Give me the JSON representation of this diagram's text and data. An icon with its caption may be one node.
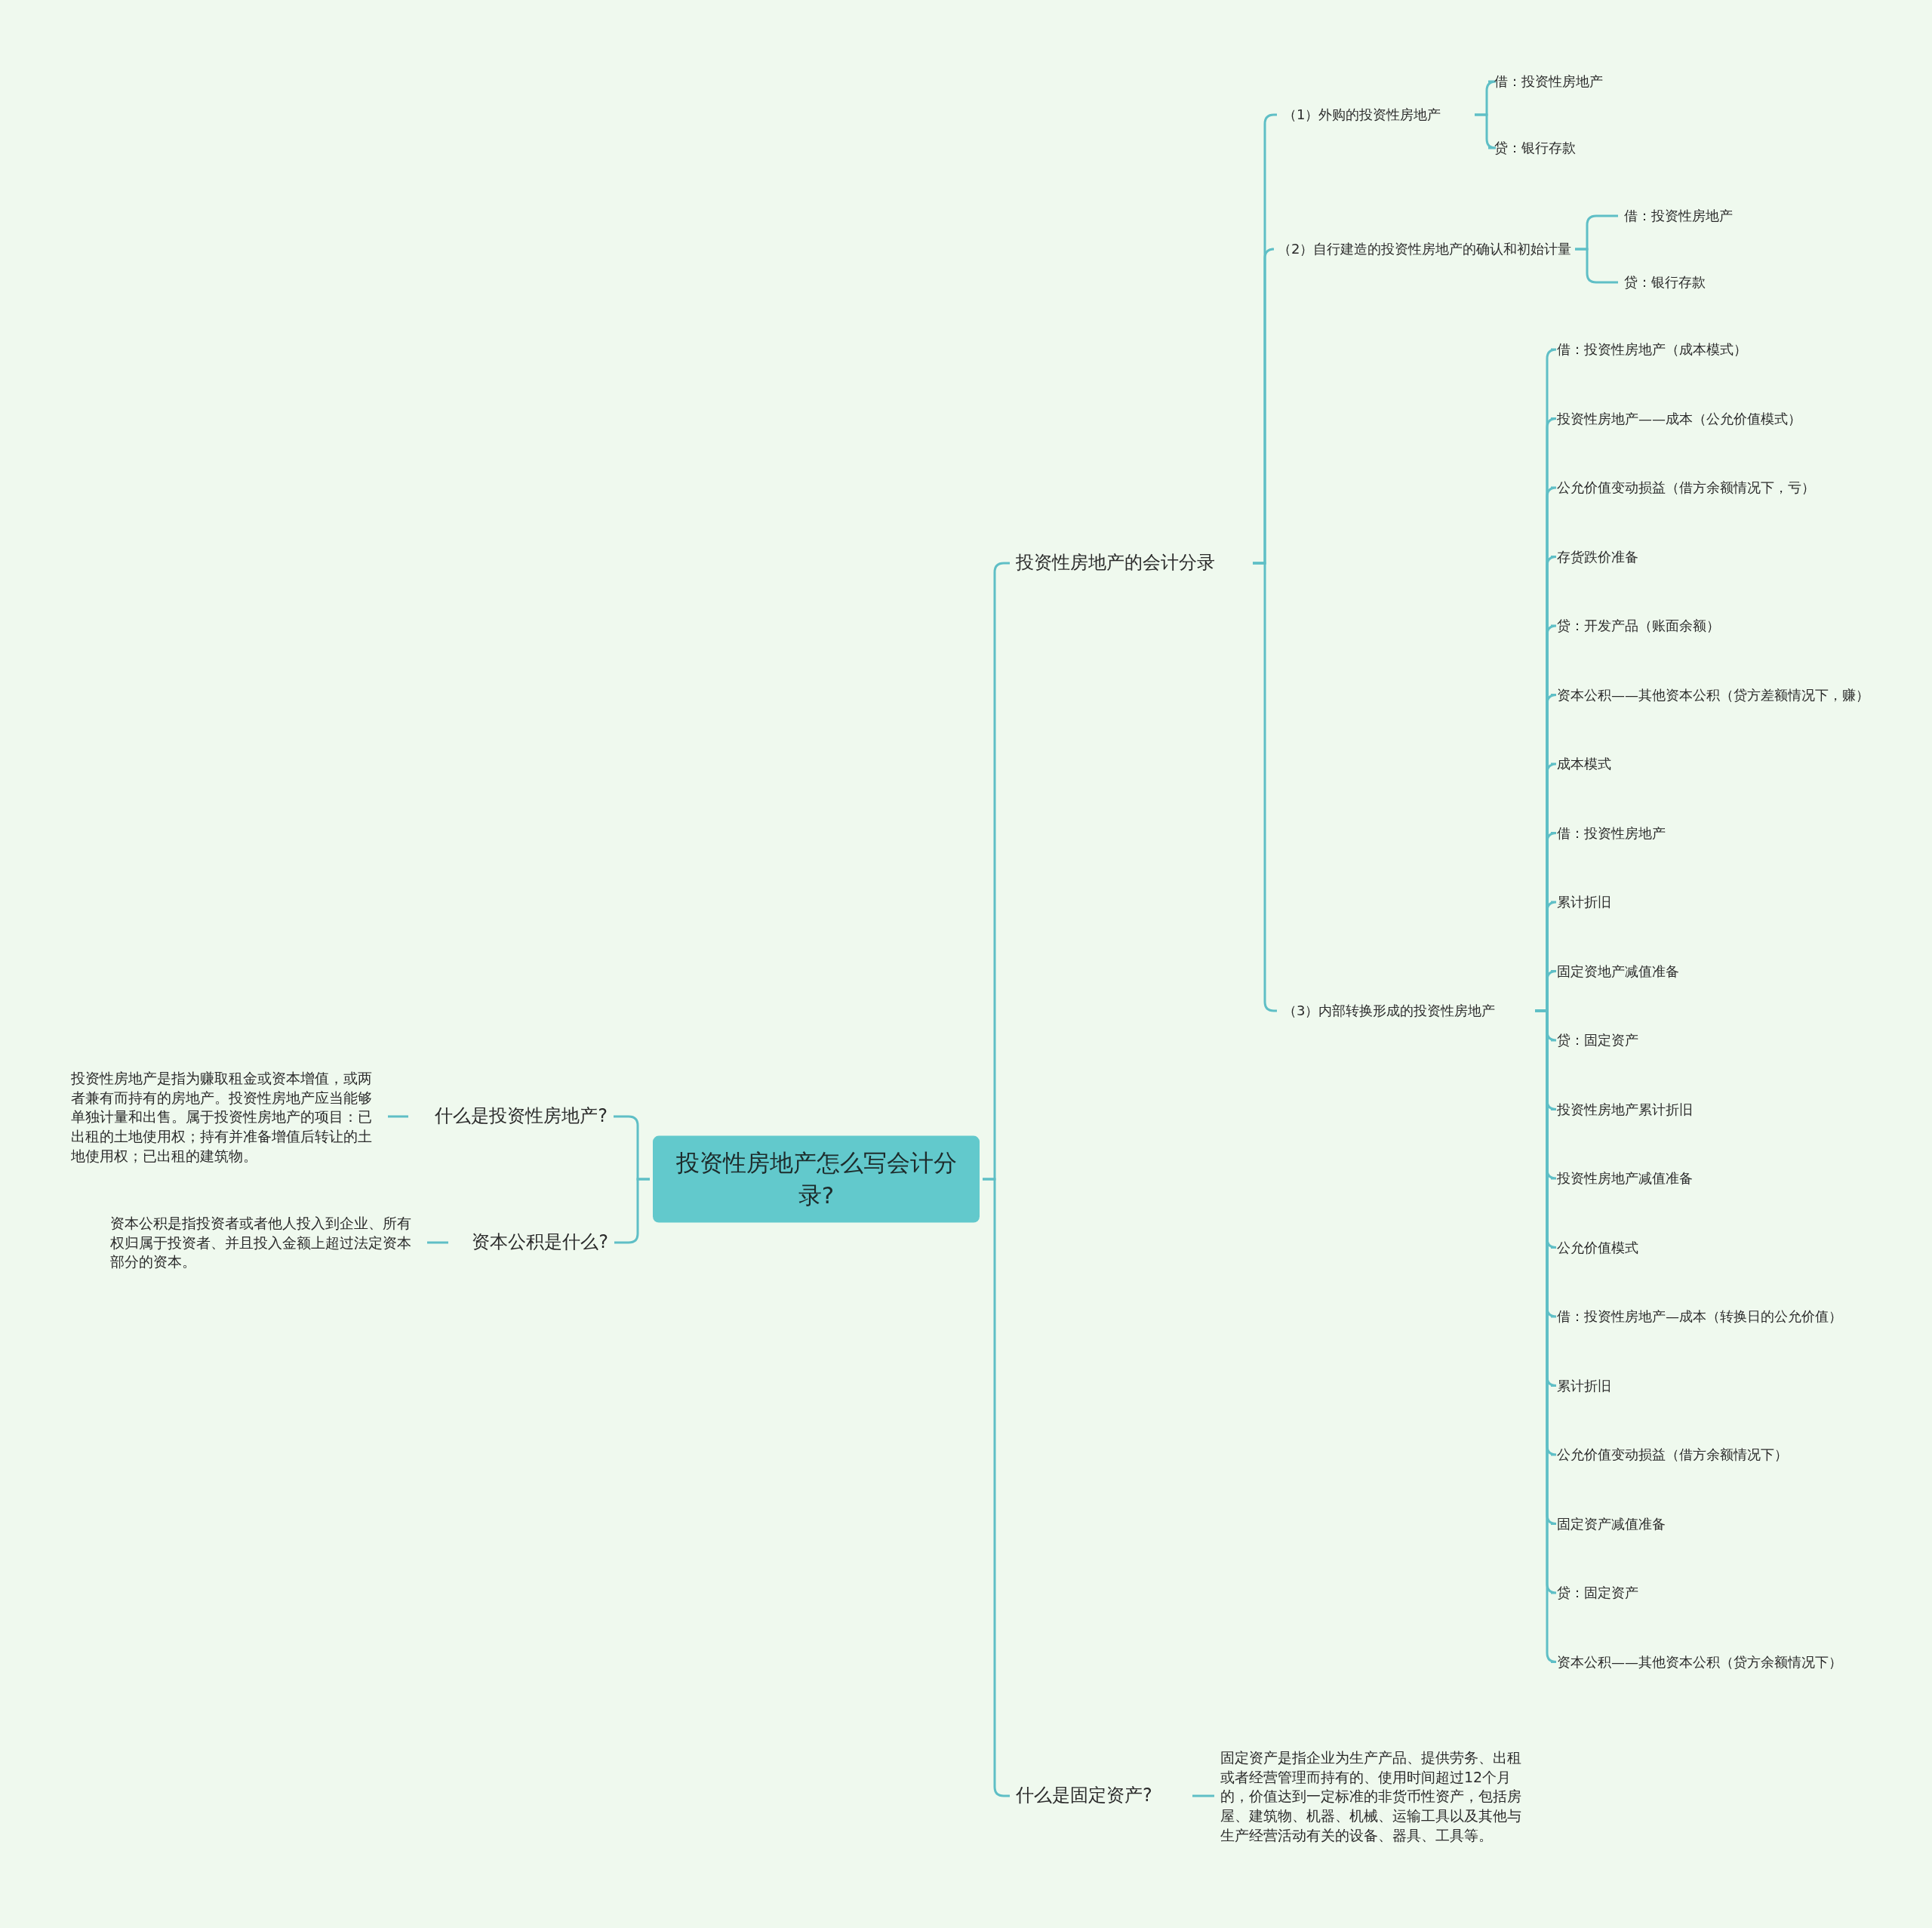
{
  "diagram": {
    "nodes": [
      {
        "text": [
          "投资性房地产怎么写会计分录?"
        ]
      },
      {
        "text": [
          "投资性房地产的会计分录"
        ]
      },
      {
        "text": [
          "（1）外购的投资性房地产"
        ]
      },
      {
        "text": [
          "借：投资性房地产"
        ]
      },
      {
        "text": [
          "贷：银行存款"
        ]
      },
      {
        "text": [
          "（2）自行建造的投资性房地产的确认和初始计量"
        ]
      },
      {
        "text": [
          "借：投资性房地产"
        ]
      },
      {
        "text": [
          "贷：银行存款"
        ]
      },
      {
        "text": [
          "（3）内部转换形成的投资性房地产"
        ]
      },
      {
        "text": [
          "借：投资性房地产（成本模式）"
        ]
      },
      {
        "text": [
          "投资性房地产——成本（公允价值模式）"
        ]
      },
      {
        "text": [
          "公允价值变动损益（借方余额情况下，亏）"
        ]
      },
      {
        "text": [
          "存货跌价准备"
        ]
      },
      {
        "text": [
          "贷：开发产品（账面余额）"
        ]
      },
      {
        "text": [
          "资本公积——其他资本公积（贷方差额情况下，赚）"
        ]
      },
      {
        "text": [
          "成本模式"
        ]
      },
      {
        "text": [
          "借：投资性房地产"
        ]
      },
      {
        "text": [
          "累计折旧"
        ]
      },
      {
        "text": [
          "固定资地产减值准备"
        ]
      },
      {
        "text": [
          "贷：固定资产"
        ]
      },
      {
        "text": [
          "投资性房地产累计折旧"
        ]
      },
      {
        "text": [
          "投资性房地产减值准备"
        ]
      },
      {
        "text": [
          "公允价值模式"
        ]
      },
      {
        "text": [
          "借：投资性房地产—成本（转换日的公允价值）"
        ]
      },
      {
        "text": [
          "累计折旧"
        ]
      },
      {
        "text": [
          "公允价值变动损益（借方余额情况下）"
        ]
      },
      {
        "text": [
          "固定资产减值准备"
        ]
      },
      {
        "text": [
          "贷：固定资产"
        ]
      },
      {
        "text": [
          "资本公积——其他资本公积（贷方余额情况下）"
        ]
      },
      {
        "text": [
          "什么是固定资产?"
        ]
      },
      {
        "text": [
          "固定资产是指企业为生产产品、提供劳务、出租或者经营管理而持有的、使用时间超过12个月的，价值达到一定标准的非货币性资产，包括房屋、建筑物、机器、机械、运输工具以及其他与生产经营活动有关的设备、器具、工具等。"
        ]
      },
      {
        "text": [
          "什么是投资性房地产?"
        ]
      },
      {
        "text": [
          "投资性房地产是指为赚取租金或资本增值，或两者兼有而持有的房地产。投资性房地产应当能够单独计量和出售。属于投资性房地产的项目：已出租的土地使用权；持有并准备增值后转让的土地使用权；已出租的建筑物。"
        ]
      },
      {
        "text": [
          "资本公积是什么?"
        ]
      },
      {
        "text": [
          "资本公积是指投资者或者他人投入到企业、所有权归属于投资者、并且投入金额上超过法定资本部分的资本。"
        ]
      }
    ],
    "edges": [
      {
        "from": 0,
        "to": 1,
        "arrow": "none"
      },
      {
        "from": 1,
        "to": 2,
        "arrow": "none"
      },
      {
        "from": 2,
        "to": 3,
        "arrow": "none"
      },
      {
        "from": 2,
        "to": 4,
        "arrow": "none"
      },
      {
        "from": 1,
        "to": 5,
        "arrow": "none"
      },
      {
        "from": 5,
        "to": 6,
        "arrow": "none"
      },
      {
        "from": 5,
        "to": 7,
        "arrow": "none"
      },
      {
        "from": 1,
        "to": 8,
        "arrow": "none"
      },
      {
        "from": 8,
        "to": 9,
        "arrow": "none"
      },
      {
        "from": 8,
        "to": 10,
        "arrow": "none"
      },
      {
        "from": 8,
        "to": 11,
        "arrow": "none"
      },
      {
        "from": 8,
        "to": 12,
        "arrow": "none"
      },
      {
        "from": 8,
        "to": 13,
        "arrow": "none"
      },
      {
        "from": 8,
        "to": 14,
        "arrow": "none"
      },
      {
        "from": 8,
        "to": 15,
        "arrow": "none"
      },
      {
        "from": 8,
        "to": 16,
        "arrow": "none"
      },
      {
        "from": 8,
        "to": 17,
        "arrow": "none"
      },
      {
        "from": 8,
        "to": 18,
        "arrow": "none"
      },
      {
        "from": 8,
        "to": 19,
        "arrow": "none"
      },
      {
        "from": 8,
        "to": 20,
        "arrow": "none"
      },
      {
        "from": 8,
        "to": 21,
        "arrow": "none"
      },
      {
        "from": 8,
        "to": 22,
        "arrow": "none"
      },
      {
        "from": 8,
        "to": 23,
        "arrow": "none"
      },
      {
        "from": 8,
        "to": 24,
        "arrow": "none"
      },
      {
        "from": 8,
        "to": 25,
        "arrow": "none"
      },
      {
        "from": 8,
        "to": 26,
        "arrow": "none"
      },
      {
        "from": 8,
        "to": 27,
        "arrow": "none"
      },
      {
        "from": 8,
        "to": 28,
        "arrow": "none"
      },
      {
        "from": 0,
        "to": 29,
        "arrow": "none"
      },
      {
        "from": 29,
        "to": 30,
        "arrow": "none"
      },
      {
        "from": 0,
        "to": 31,
        "arrow": "none"
      },
      {
        "from": 31,
        "to": 32,
        "arrow": "none"
      },
      {
        "from": 0,
        "to": 33,
        "arrow": "none"
      },
      {
        "from": 33,
        "to": 34,
        "arrow": "none"
      }
    ]
  }
}
